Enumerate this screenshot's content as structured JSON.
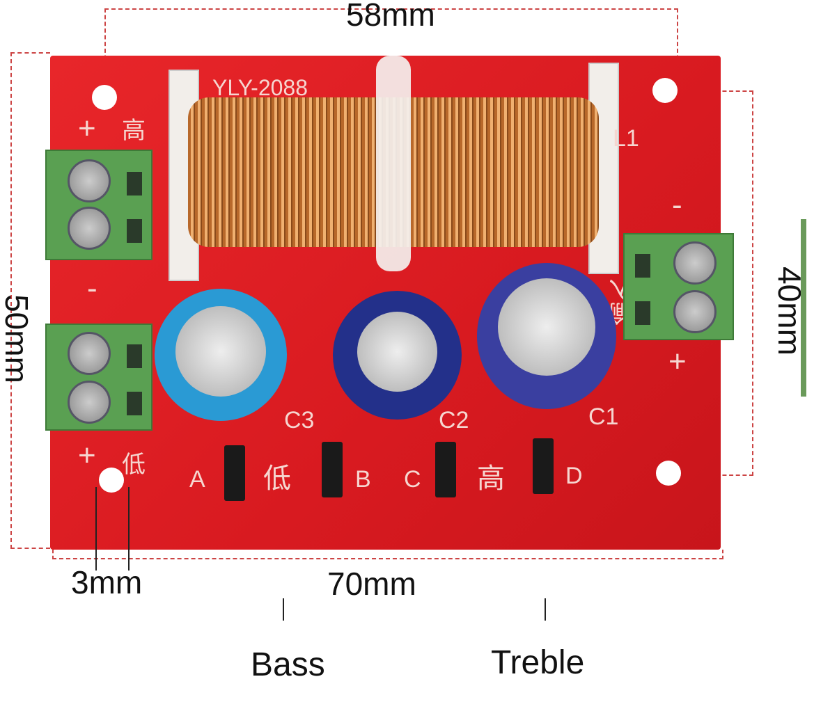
{
  "dimensions": {
    "width": "58mm",
    "height": "50mm",
    "hole_spacing": "40mm",
    "hole_diameter": "3mm",
    "length": "70mm"
  },
  "labels": {
    "bass": "Bass",
    "treble": "Treble"
  },
  "board": {
    "model": "YLY-2088",
    "inductor": "L1",
    "capacitors": [
      "C1",
      "C2",
      "C3"
    ],
    "jumpers": [
      "A",
      "B",
      "C",
      "D"
    ],
    "high": "高",
    "low": "低",
    "input": "输入",
    "plus": "+",
    "minus": "-"
  },
  "colors": {
    "board": "#d81a20",
    "terminal": "#5aa052",
    "dimension_line": "#c44444"
  }
}
